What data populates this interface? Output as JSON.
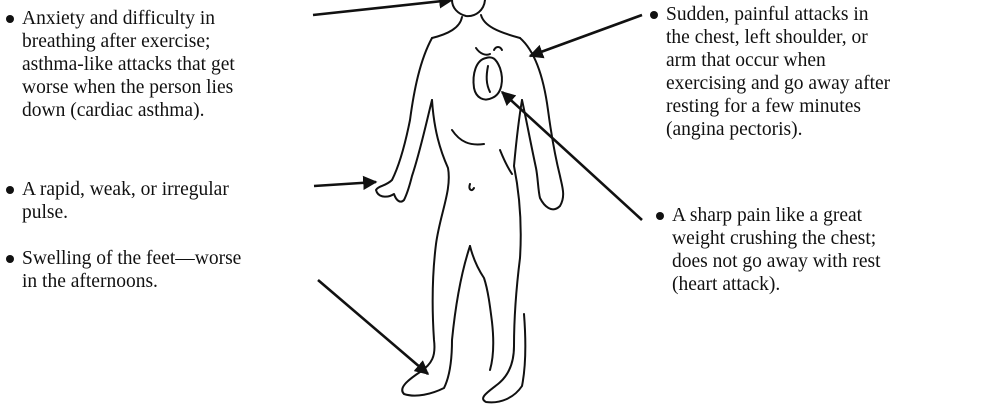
{
  "symptoms": [
    {
      "id": "cardiac-asthma",
      "lines": [
        "Anxiety and difficulty in",
        "breathing after exercise;",
        "asthma-like attacks that get",
        "worse when the person lies",
        "down (cardiac asthma)."
      ]
    },
    {
      "id": "pulse",
      "lines": [
        "A rapid, weak, or irregular",
        "pulse."
      ]
    },
    {
      "id": "swelling",
      "lines": [
        "Swelling of the feet—worse",
        "in the afternoons."
      ]
    },
    {
      "id": "angina",
      "lines": [
        "Sudden, painful attacks in",
        "the chest, left shoulder, or",
        "arm that occur when",
        "exercising and go away after",
        "resting for a few minutes",
        "(angina pectoris)."
      ]
    },
    {
      "id": "heart-attack",
      "lines": [
        "A sharp pain like a great",
        "weight crushing the chest;",
        "does not go away with rest",
        "(heart attack)."
      ]
    }
  ],
  "colors": {
    "ink": "#111111",
    "background": "#ffffff"
  }
}
